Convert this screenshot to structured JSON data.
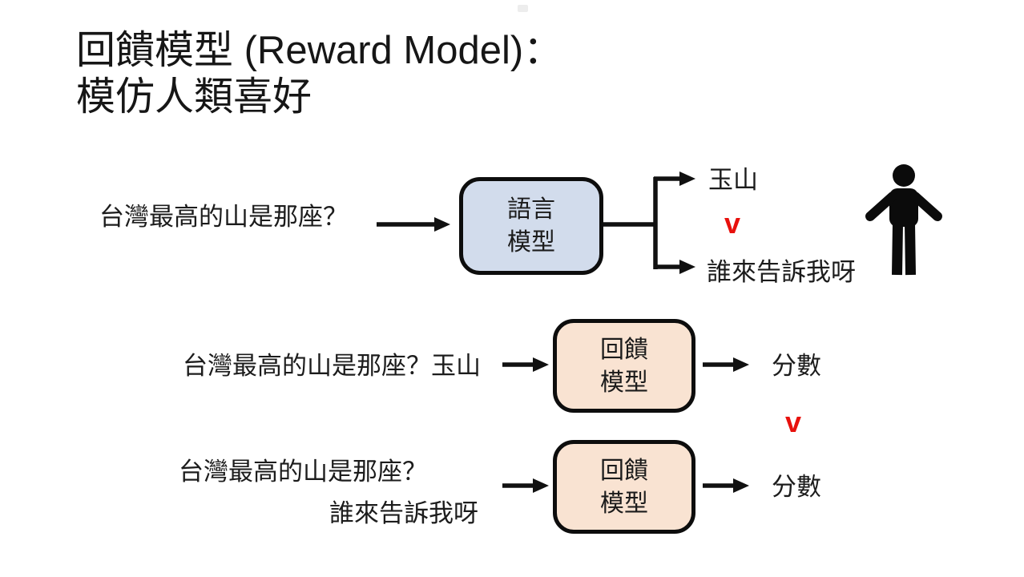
{
  "slide": {
    "title_line1": "回饋模型 (Reward Model)：",
    "title_line2": "模仿人類喜好",
    "colors": {
      "lm_box_fill": "#d2dcec",
      "rm_box_fill": "#f9e3d2",
      "box_border": "#0d0d0d",
      "preference_red": "#e8110d",
      "text": "#1c1c1c"
    },
    "diagram_lm": {
      "prompt": "台灣最高的山是那座？",
      "model_label_line1": "語言",
      "model_label_line2": "模型",
      "output_top": "玉山",
      "output_bottom": "誰來告訴我呀",
      "preference_symbol": "v",
      "person_icon": "shrugging-person"
    },
    "diagram_rm_top": {
      "input": "台灣最高的山是那座？玉山",
      "model_label_line1": "回饋",
      "model_label_line2": "模型",
      "output": "分數"
    },
    "diagram_rm_bottom": {
      "input_line1": "台灣最高的山是那座？",
      "input_line2": "誰來告訴我呀",
      "model_label_line1": "回饋",
      "model_label_line2": "模型",
      "output": "分數"
    },
    "score_preference_symbol": "v"
  }
}
